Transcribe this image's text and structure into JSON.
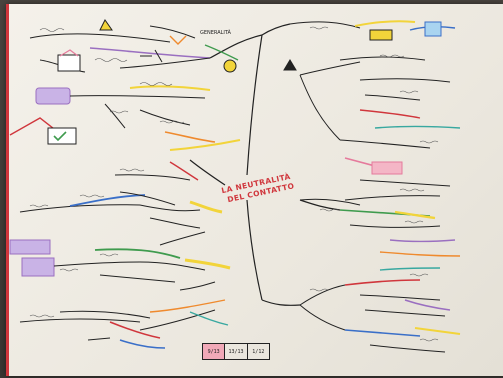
{
  "center": {
    "title_line1": "LA NEUTRALITÀ",
    "title_line2": "DEL CONTATTO"
  },
  "footer": {
    "cells": [
      "9/13",
      "13/13",
      "1/12"
    ]
  },
  "branches": {
    "top_center": {
      "label": "GENERALITÀ"
    }
  },
  "colors": {
    "ink": "#222222",
    "red": "#d0363c",
    "yellow": "#f2d43a",
    "purple": "#9a6fc0",
    "blue": "#3a6fc8",
    "green": "#3f9b4e",
    "orange": "#ef8a2e",
    "pink": "#e57a9c",
    "teal": "#38a8a0"
  }
}
